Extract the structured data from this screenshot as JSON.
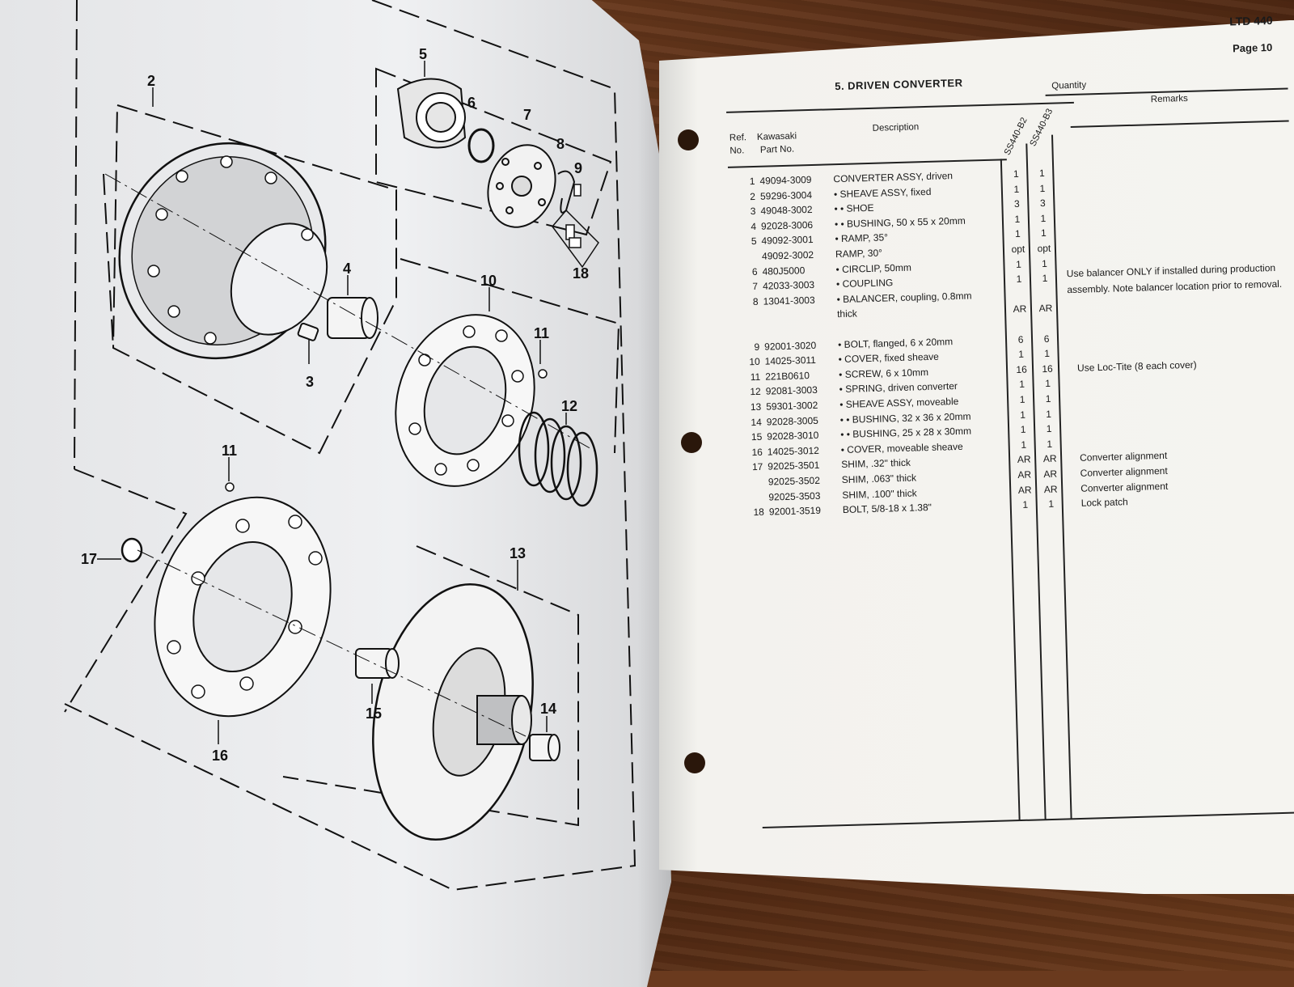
{
  "header": {
    "model": "LTD 440",
    "page": "Page 10"
  },
  "section_title": "5. DRIVEN CONVERTER",
  "columns": {
    "ref": [
      "Ref.",
      "No."
    ],
    "part": [
      "Kawasaki",
      "Part No."
    ],
    "description": "Description",
    "quantity": "Quantity",
    "model_b2": "SS440-B2",
    "model_b3": "SS440-B3",
    "remarks": "Remarks"
  },
  "parts": [
    {
      "ref": "1",
      "part": "49094-3009",
      "desc": "CONVERTER ASSY, driven",
      "q1": "1",
      "q2": "1",
      "remark": ""
    },
    {
      "ref": "2",
      "part": "59296-3004",
      "desc": "• SHEAVE ASSY, fixed",
      "q1": "1",
      "q2": "1",
      "remark": ""
    },
    {
      "ref": "3",
      "part": "49048-3002",
      "desc": "• • SHOE",
      "q1": "3",
      "q2": "3",
      "remark": ""
    },
    {
      "ref": "4",
      "part": "92028-3006",
      "desc": "• • BUSHING, 50 x 55 x 20mm",
      "q1": "1",
      "q2": "1",
      "remark": ""
    },
    {
      "ref": "5",
      "part": "49092-3001",
      "desc": "• RAMP, 35°",
      "q1": "1",
      "q2": "1",
      "remark": ""
    },
    {
      "ref": "",
      "part": "49092-3002",
      "desc": "RAMP, 30°",
      "q1": "opt",
      "q2": "opt",
      "remark": ""
    },
    {
      "ref": "6",
      "part": "480J5000",
      "desc": "• CIRCLIP, 50mm",
      "q1": "1",
      "q2": "1",
      "remark": ""
    },
    {
      "ref": "7",
      "part": "42033-3003",
      "desc": "• COUPLING",
      "q1": "1",
      "q2": "1",
      "remark": ""
    },
    {
      "ref": "8",
      "part": "13041-3003",
      "desc": "• BALANCER, coupling, 0.8mm",
      "q1": "",
      "q2": "",
      "remark": ""
    },
    {
      "ref": "",
      "part": "",
      "desc": "thick",
      "q1": "AR",
      "q2": "AR",
      "remark": ""
    },
    {
      "ref": "",
      "part": "",
      "desc": "",
      "q1": "",
      "q2": "",
      "remark": ""
    },
    {
      "ref": "9",
      "part": "92001-3020",
      "desc": "• BOLT, flanged, 6 x 20mm",
      "q1": "6",
      "q2": "6",
      "remark": ""
    },
    {
      "ref": "10",
      "part": "14025-3011",
      "desc": "• COVER, fixed sheave",
      "q1": "1",
      "q2": "1",
      "remark": ""
    },
    {
      "ref": "11",
      "part": "221B0610",
      "desc": "• SCREW, 6 x 10mm",
      "q1": "16",
      "q2": "16",
      "remark": "Use Loc-Tite (8 each cover)"
    },
    {
      "ref": "12",
      "part": "92081-3003",
      "desc": "• SPRING, driven converter",
      "q1": "1",
      "q2": "1",
      "remark": ""
    },
    {
      "ref": "13",
      "part": "59301-3002",
      "desc": "• SHEAVE ASSY, moveable",
      "q1": "1",
      "q2": "1",
      "remark": ""
    },
    {
      "ref": "14",
      "part": "92028-3005",
      "desc": "• • BUSHING, 32 x 36 x 20mm",
      "q1": "1",
      "q2": "1",
      "remark": ""
    },
    {
      "ref": "15",
      "part": "92028-3010",
      "desc": "• • BUSHING, 25 x 28 x 30mm",
      "q1": "1",
      "q2": "1",
      "remark": ""
    },
    {
      "ref": "16",
      "part": "14025-3012",
      "desc": "• COVER, moveable sheave",
      "q1": "1",
      "q2": "1",
      "remark": ""
    },
    {
      "ref": "17",
      "part": "92025-3501",
      "desc": "SHIM, .32\" thick",
      "q1": "AR",
      "q2": "AR",
      "remark": "Converter alignment"
    },
    {
      "ref": "",
      "part": "92025-3502",
      "desc": "SHIM, .063\" thick",
      "q1": "AR",
      "q2": "AR",
      "remark": "Converter alignment"
    },
    {
      "ref": "",
      "part": "92025-3503",
      "desc": "SHIM, .100\" thick",
      "q1": "AR",
      "q2": "AR",
      "remark": "Converter alignment"
    },
    {
      "ref": "18",
      "part": "92001-3519",
      "desc": "BOLT, 5/8-18 x 1.38\"",
      "q1": "1",
      "q2": "1",
      "remark": "Lock patch"
    }
  ],
  "balancer_note": "Use balancer ONLY if installed during production assembly. Note balancer location prior to removal.",
  "diagram_callouts": [
    "2",
    "5",
    "6",
    "7",
    "8",
    "9",
    "18",
    "4",
    "3",
    "10",
    "11",
    "12",
    "11",
    "17",
    "13",
    "14",
    "15",
    "16"
  ]
}
